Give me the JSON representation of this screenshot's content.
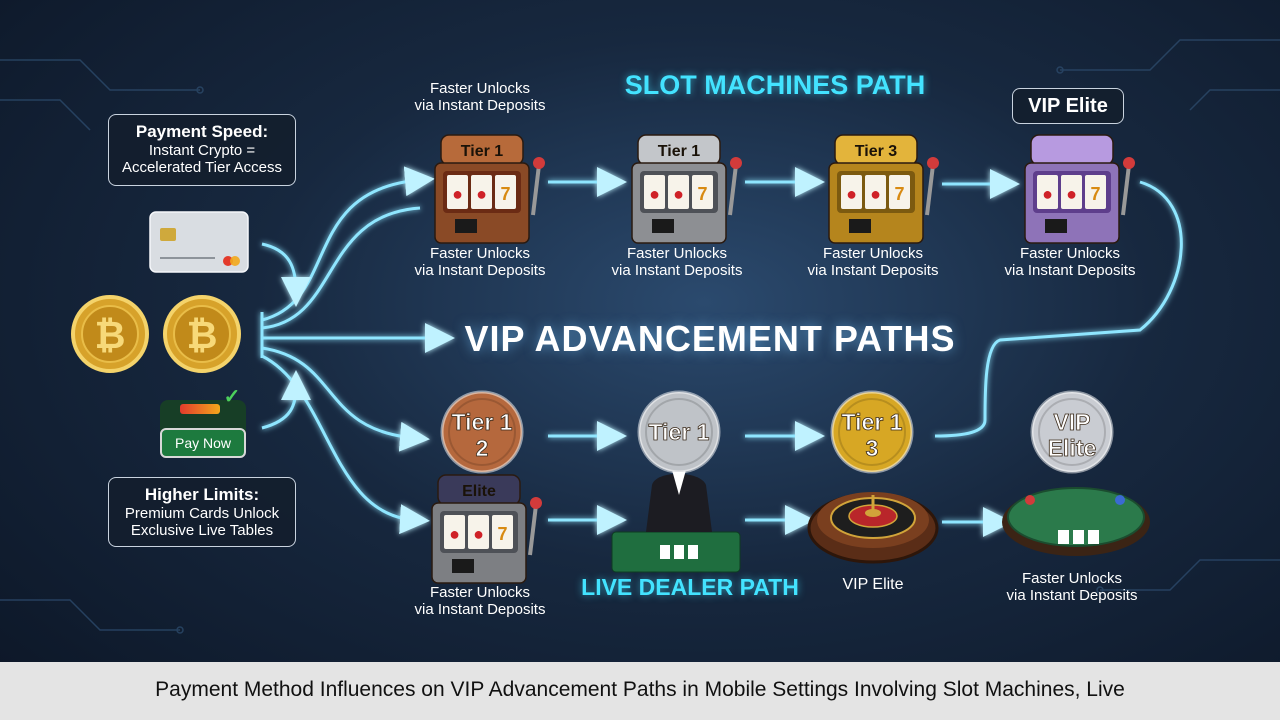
{
  "titles": {
    "main": "VIP ADVANCEMENT PATHS",
    "slot_path": "SLOT MACHINES PATH",
    "live_path": "LIVE DEALER PATH"
  },
  "callouts": {
    "payment_speed": {
      "heading": "Payment Speed:",
      "line1": "Instant Crypto =",
      "line2": "Accelerated Tier Access"
    },
    "higher_limits": {
      "heading": "Higher Limits:",
      "line1": "Premium Cards Unlock",
      "line2": "Exclusive Live Tables"
    }
  },
  "caption_text": {
    "line1": "Faster Unlocks",
    "line2": "via Instant Deposits"
  },
  "pay_now": "Pay Now",
  "slot_machines": [
    {
      "label": "Tier 1",
      "body": "#8a4a26",
      "top": "#b76a3a",
      "screen": "#6b2b14"
    },
    {
      "label": "Tier 1",
      "body": "#8d8f93",
      "top": "#c3c6ca",
      "screen": "#4e5157"
    },
    {
      "label": "Tier 3",
      "body": "#b5851d",
      "top": "#e3b43b",
      "screen": "#7c5a10"
    },
    {
      "label": "",
      "body": "#8e73b8",
      "top": "#b79ae0",
      "screen": "#5e3e8c"
    }
  ],
  "vip_elite_tag": "VIP Elite",
  "medals": [
    {
      "line1": "Tier 1",
      "line2": "2",
      "color": "#b5683d"
    },
    {
      "line1": "Tier 1",
      "line2": "",
      "color": "#bfc3c8"
    },
    {
      "line1": "Tier 1",
      "line2": "3",
      "color": "#d7a724"
    },
    {
      "line1": "VIP",
      "line2": "Elite",
      "color": "#c9ccd2"
    }
  ],
  "live_slot_label": "Elite",
  "roulette_label": "VIP Elite",
  "footer": "Payment Method Influences on VIP Advancement Paths in Mobile Settings Involving Slot Machines, Live",
  "colors": {
    "glow": "#7fe3ff",
    "accent": "#43e3ff"
  }
}
